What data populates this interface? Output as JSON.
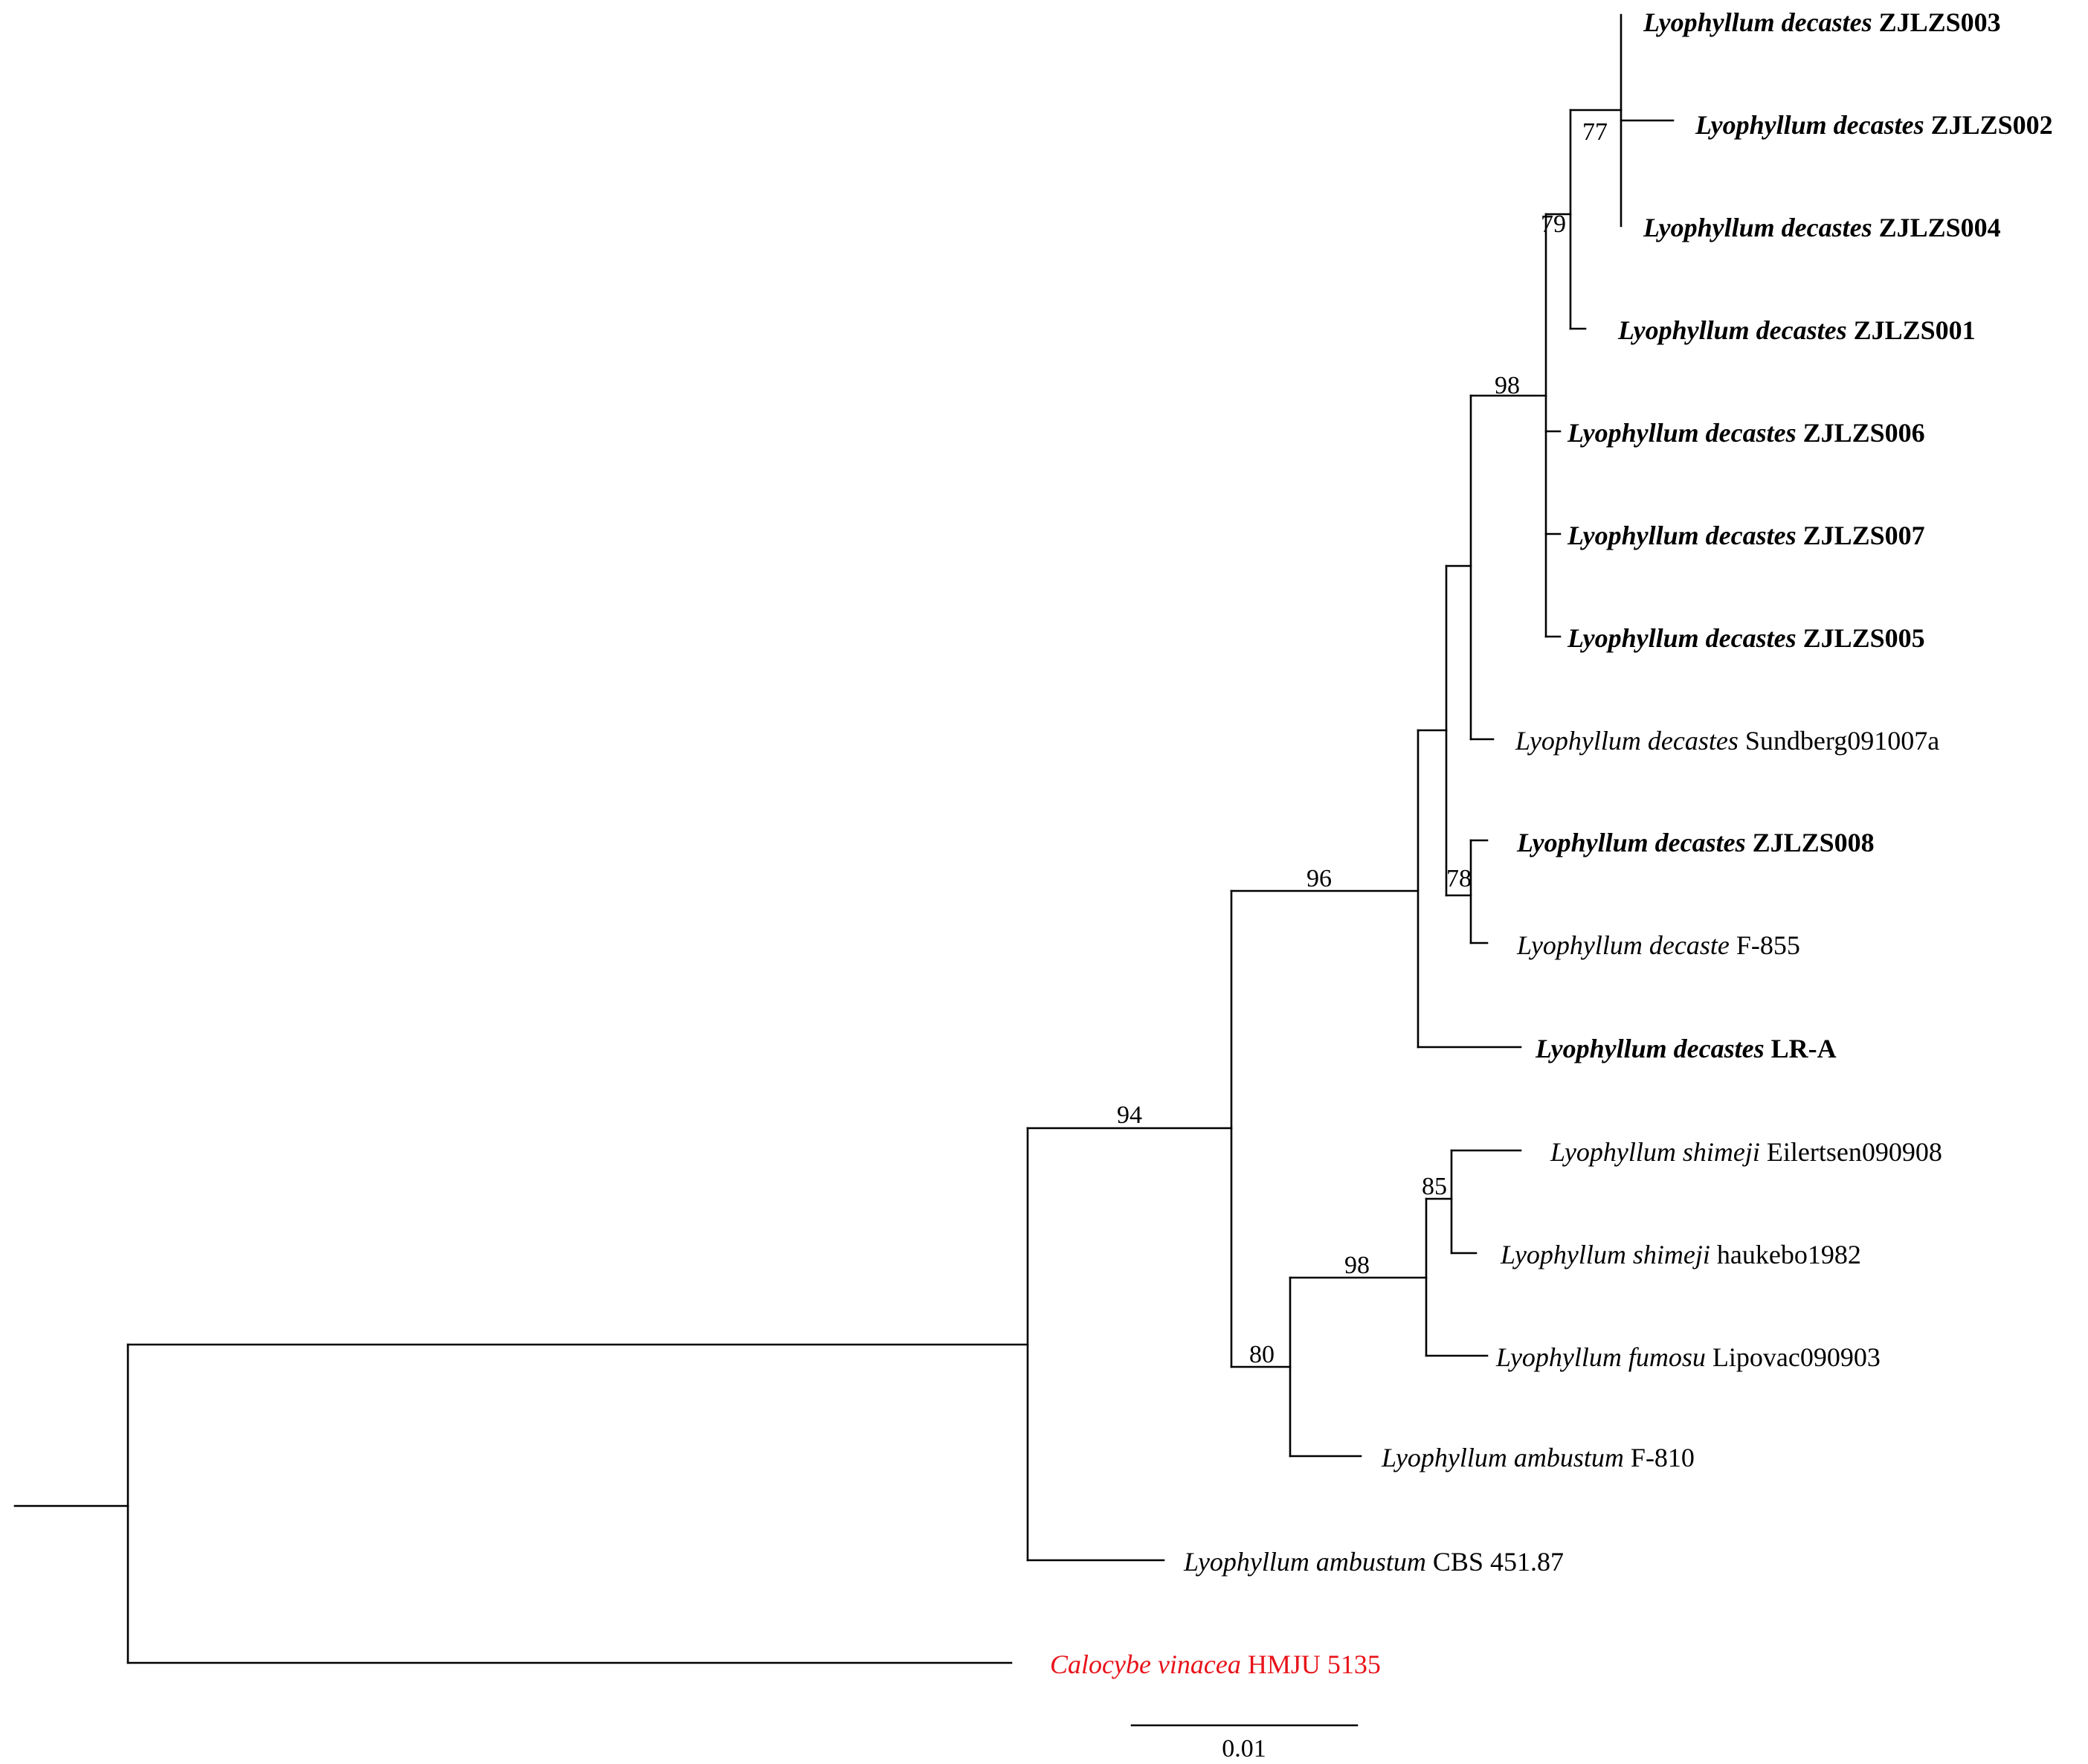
{
  "taxa": [
    {
      "id": "t1",
      "genus_species": "Lyophyllum decastes",
      "strain": "ZJLZS003",
      "bold": true
    },
    {
      "id": "t2",
      "genus_species": "Lyophyllum decastes",
      "strain": "ZJLZS002",
      "bold": true
    },
    {
      "id": "t3",
      "genus_species": "Lyophyllum decastes",
      "strain": "ZJLZS004",
      "bold": true
    },
    {
      "id": "t4",
      "genus_species": "Lyophyllum decastes",
      "strain": "ZJLZS001",
      "bold": true
    },
    {
      "id": "t5",
      "genus_species": "Lyophyllum decastes",
      "strain": "ZJLZS006",
      "bold": true
    },
    {
      "id": "t6",
      "genus_species": "Lyophyllum decastes",
      "strain": "ZJLZS007",
      "bold": true
    },
    {
      "id": "t7",
      "genus_species": "Lyophyllum decastes",
      "strain": "ZJLZS005",
      "bold": true
    },
    {
      "id": "t8",
      "genus_species": "Lyophyllum decastes",
      "strain": "Sundberg091007a",
      "bold": false
    },
    {
      "id": "t9",
      "genus_species": "Lyophyllum decastes",
      "strain": "ZJLZS008",
      "bold": true
    },
    {
      "id": "t10",
      "genus_species": "Lyophyllum decaste",
      "strain": "F-855",
      "bold": false
    },
    {
      "id": "t11",
      "genus_species": "Lyophyllum decastes",
      "strain": "LR-A",
      "bold": true
    },
    {
      "id": "t12",
      "genus_species": "Lyophyllum shimeji",
      "strain": "Eilertsen090908",
      "bold": false
    },
    {
      "id": "t13",
      "genus_species": "Lyophyllum shimeji",
      "strain": "haukebo1982",
      "bold": false
    },
    {
      "id": "t14",
      "genus_species": "Lyophyllum fumosu",
      "strain": "Lipovac090903",
      "bold": false
    },
    {
      "id": "t15",
      "genus_species": "Lyophyllum ambustum",
      "strain": "F-810",
      "bold": false
    },
    {
      "id": "t16",
      "genus_species": "Lyophyllum ambustum",
      "strain": "CBS 451.87",
      "bold": false
    },
    {
      "id": "t17",
      "genus_species": "Calocybe vinacea",
      "strain": "HMJU 5135",
      "bold": false,
      "color": "#e8131a"
    }
  ],
  "bootstrap": [
    "77",
    "79",
    "98",
    "78",
    "96",
    "85",
    "98",
    "80",
    "94"
  ],
  "scale_bar": {
    "label": "0.01",
    "value": 0.01
  },
  "colors": {
    "outgroup": "#e8131a",
    "branch": "#000000"
  }
}
